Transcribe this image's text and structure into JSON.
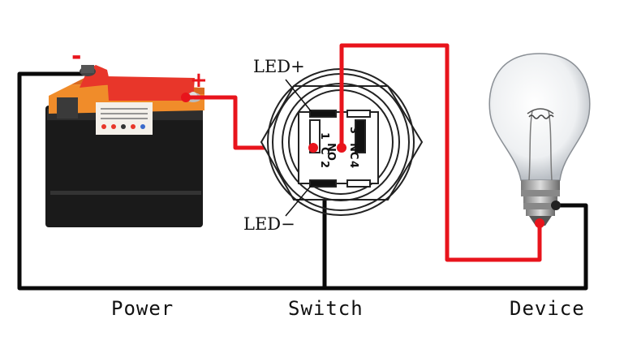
{
  "battery": {
    "minus_sign": "-",
    "plus_sign": "+",
    "case_color": "#1a1a1a",
    "lid_color": "#e8362a",
    "top_color": "#f08c2a"
  },
  "switch": {
    "led_plus_label": "LED+",
    "led_minus_label": "LED−",
    "pin_1": "1",
    "pin_c": "C",
    "pin_no": "NO",
    "pin_2": "2",
    "pin_3": "3",
    "pin_nc": "NC",
    "pin_4": "4"
  },
  "captions": {
    "power": "Power",
    "switch": "Switch",
    "device": "Device"
  },
  "wire_colors": {
    "positive": "#e8141c",
    "negative": "#0a0a0a"
  }
}
